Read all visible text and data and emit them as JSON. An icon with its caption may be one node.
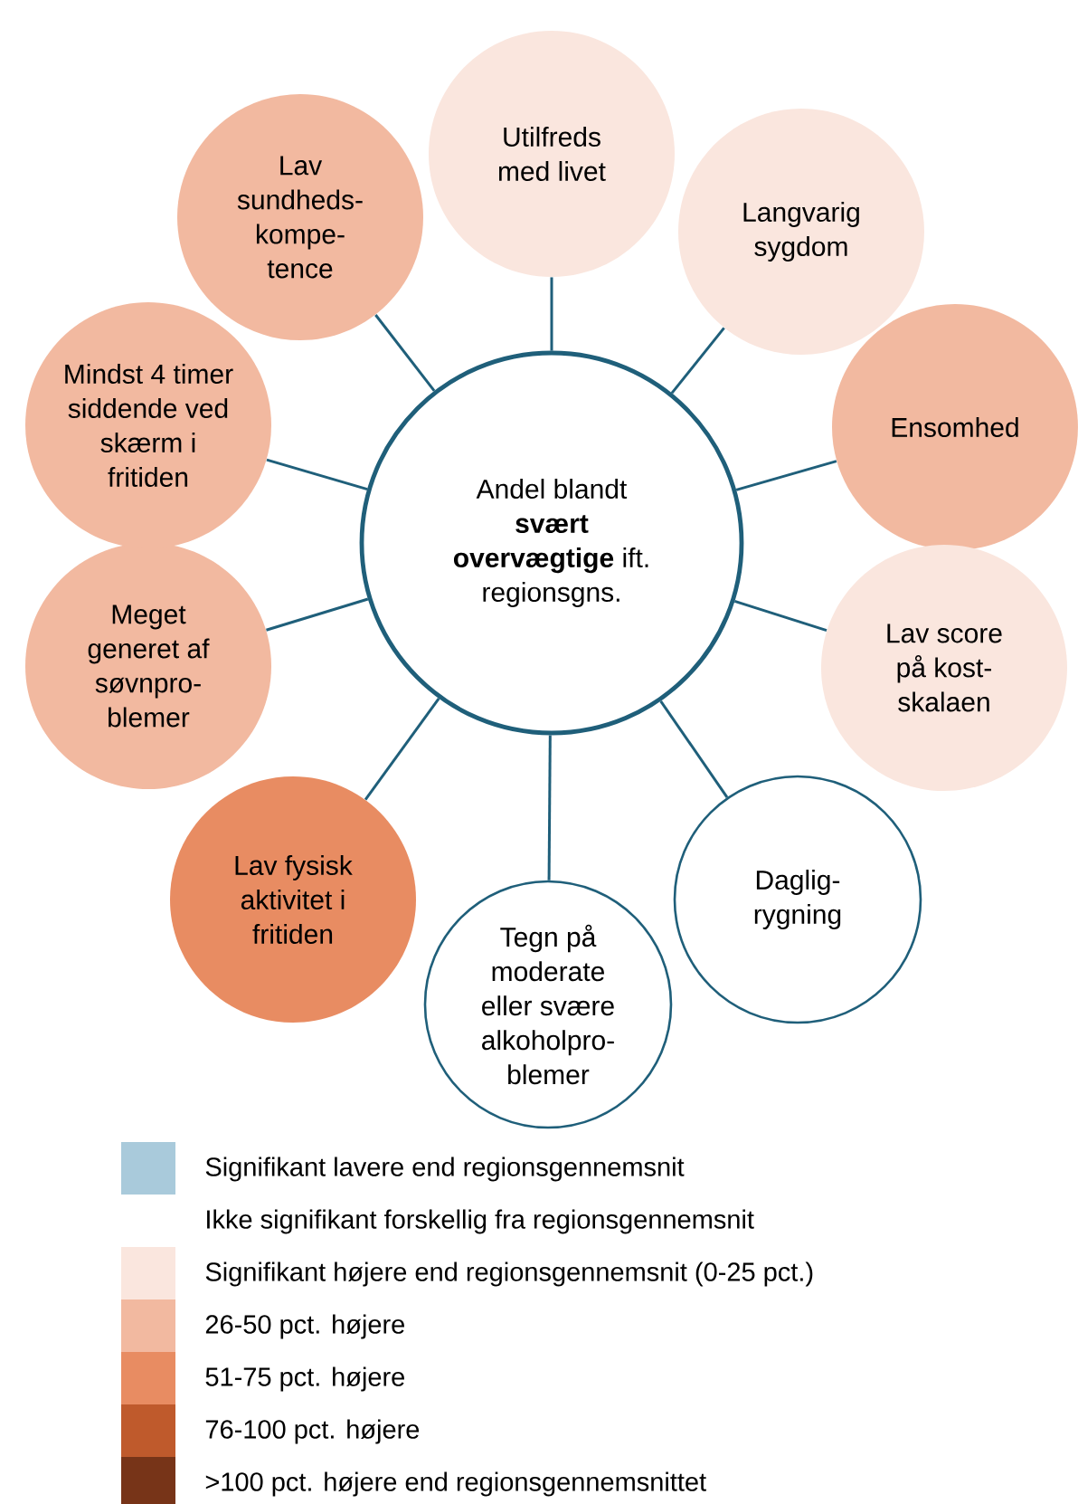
{
  "diagram": {
    "nodes": [
      {
        "text": [
          "Andel blandt **svært overvægtige** ift. regionsgns."
        ]
      },
      {
        "text": [
          "Utilfreds med livet"
        ]
      },
      {
        "text": [
          "Langvarig sygdom"
        ]
      },
      {
        "text": [
          "Ensomhed"
        ]
      },
      {
        "text": [
          "Lav score på kost-skalaen"
        ]
      },
      {
        "text": [
          "Daglig-rygning"
        ]
      },
      {
        "text": [
          "Tegn på moderate eller svære alkoholpro-blemer"
        ]
      },
      {
        "text": [
          "Lav fysisk aktivitet i fritiden"
        ]
      },
      {
        "text": [
          "Meget generet af søvnpro-blemer"
        ]
      },
      {
        "text": [
          "Mindst 4 timer siddende ved skærm i fritiden"
        ]
      },
      {
        "text": [
          "Lav sundheds-kompe-tence"
        ]
      }
    ],
    "edges": [
      {
        "from": 0,
        "to": 1,
        "arrow": "none"
      },
      {
        "from": 0,
        "to": 2,
        "arrow": "none"
      },
      {
        "from": 0,
        "to": 3,
        "arrow": "none"
      },
      {
        "from": 0,
        "to": 4,
        "arrow": "none"
      },
      {
        "from": 0,
        "to": 5,
        "arrow": "none"
      },
      {
        "from": 0,
        "to": 6,
        "arrow": "none"
      },
      {
        "from": 0,
        "to": 7,
        "arrow": "none"
      },
      {
        "from": 0,
        "to": 8,
        "arrow": "none"
      },
      {
        "from": 0,
        "to": 9,
        "arrow": "none"
      },
      {
        "from": 0,
        "to": 10,
        "arrow": "none"
      }
    ],
    "legend": [
      {
        "text": "Signifikant lavere end regionsgennemsnit",
        "color": "#a9cadb"
      },
      {
        "text": "Ikke signifikant forskellig fra regionsgennemsnit"
      },
      {
        "text": "Signifikant højere end regionsgennemsnit (0-25 pct.)",
        "color": "#fae6de"
      },
      {
        "text": "26-50 pct. højere",
        "color": "#f2b9a0"
      },
      {
        "text": "51-75 pct. højere",
        "color": "#e88c62"
      },
      {
        "text": "76-100 pct. højere",
        "color": "#bf5a2c"
      },
      {
        "text": ">100 pct. højere end regionsgennemsnittet",
        "color": "#773418"
      }
    ]
  }
}
